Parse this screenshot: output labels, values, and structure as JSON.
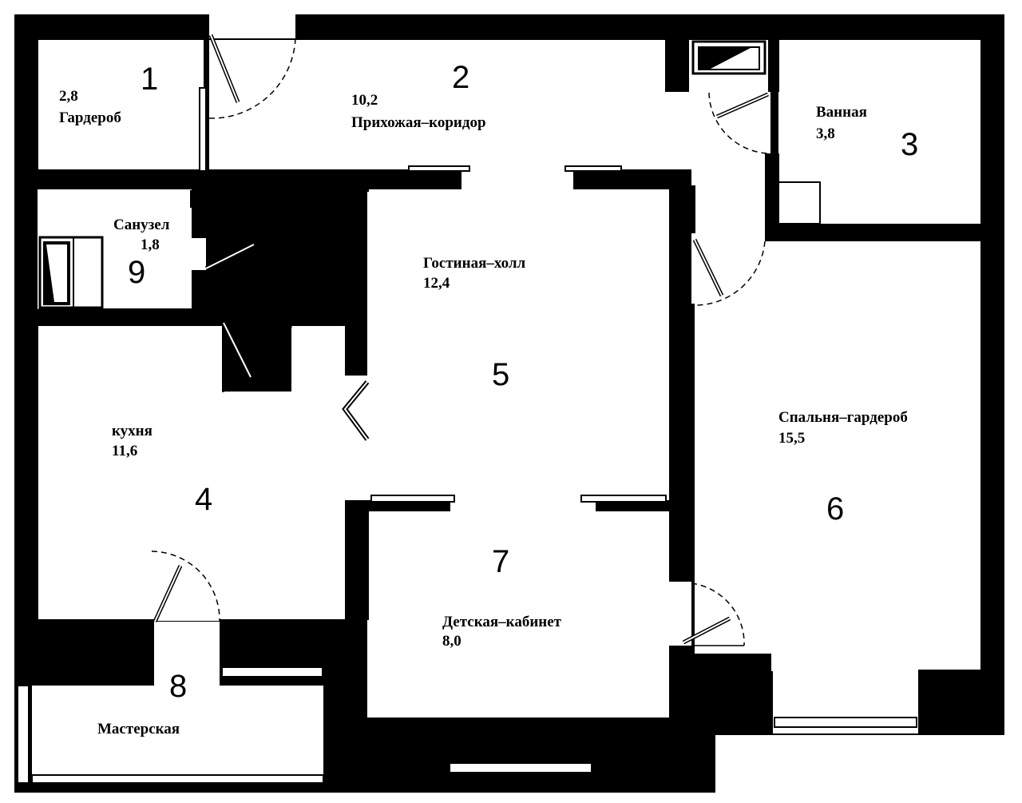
{
  "rooms": [
    {
      "id": "1",
      "name": "Гардероб",
      "area": "2,8"
    },
    {
      "id": "2",
      "name": "Прихожая–коридор",
      "area": "10,2"
    },
    {
      "id": "3",
      "name": "Ванная",
      "area": "3,8"
    },
    {
      "id": "4",
      "name": "кухня",
      "area": "11,6"
    },
    {
      "id": "5",
      "name": "Гостиная–холл",
      "area": "12,4"
    },
    {
      "id": "6",
      "name": "Спальня–гардероб",
      "area": "15,5"
    },
    {
      "id": "7",
      "name": "Детская–кабинет",
      "area": "8,0"
    },
    {
      "id": "8",
      "name": "Мастерская",
      "area": ""
    },
    {
      "id": "9",
      "name": "Санузел",
      "area": "1,8"
    }
  ],
  "colors": {
    "wall": "#000000",
    "background": "#ffffff"
  }
}
